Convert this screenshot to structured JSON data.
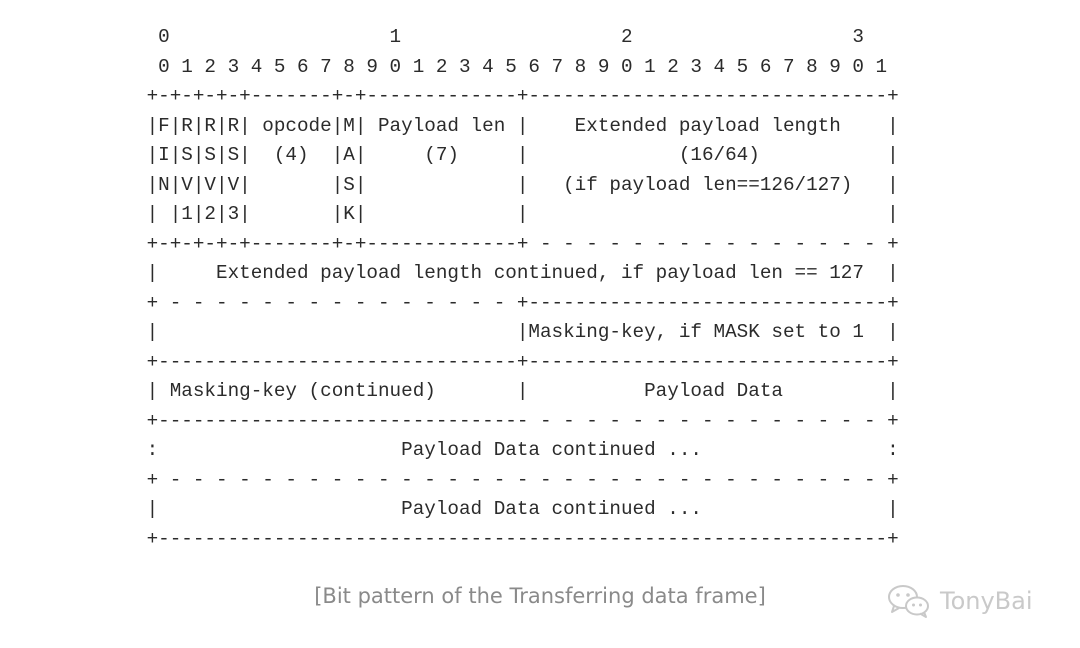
{
  "diagram": {
    "lines": [
      "  0                   1                   2                   3",
      "  0 1 2 3 4 5 6 7 8 9 0 1 2 3 4 5 6 7 8 9 0 1 2 3 4 5 6 7 8 9 0 1",
      " +-+-+-+-+-------+-+-------------+-------------------------------+",
      " |F|R|R|R| opcode|M| Payload len |    Extended payload length    |",
      " |I|S|S|S|  (4)  |A|     (7)     |             (16/64)           |",
      " |N|V|V|V|       |S|             |   (if payload len==126/127)   |",
      " | |1|2|3|       |K|             |                               |",
      " +-+-+-+-+-------+-+-------------+ - - - - - - - - - - - - - - - +",
      " |     Extended payload length continued, if payload len == 127  |",
      " + - - - - - - - - - - - - - - - +-------------------------------+",
      " |                               |Masking-key, if MASK set to 1  |",
      " +-------------------------------+-------------------------------+",
      " | Masking-key (continued)       |          Payload Data         |",
      " +-------------------------------- - - - - - - - - - - - - - - - +",
      " :                     Payload Data continued ...                :",
      " + - - - - - - - - - - - - - - - - - - - - - - - - - - - - - - - +",
      " |                     Payload Data continued ...                |",
      " +---------------------------------------------------------------+"
    ]
  },
  "caption": "[Bit pattern of the Transferring data frame]",
  "watermark": {
    "text": "TonyBai",
    "icon": "wechat-icon"
  }
}
